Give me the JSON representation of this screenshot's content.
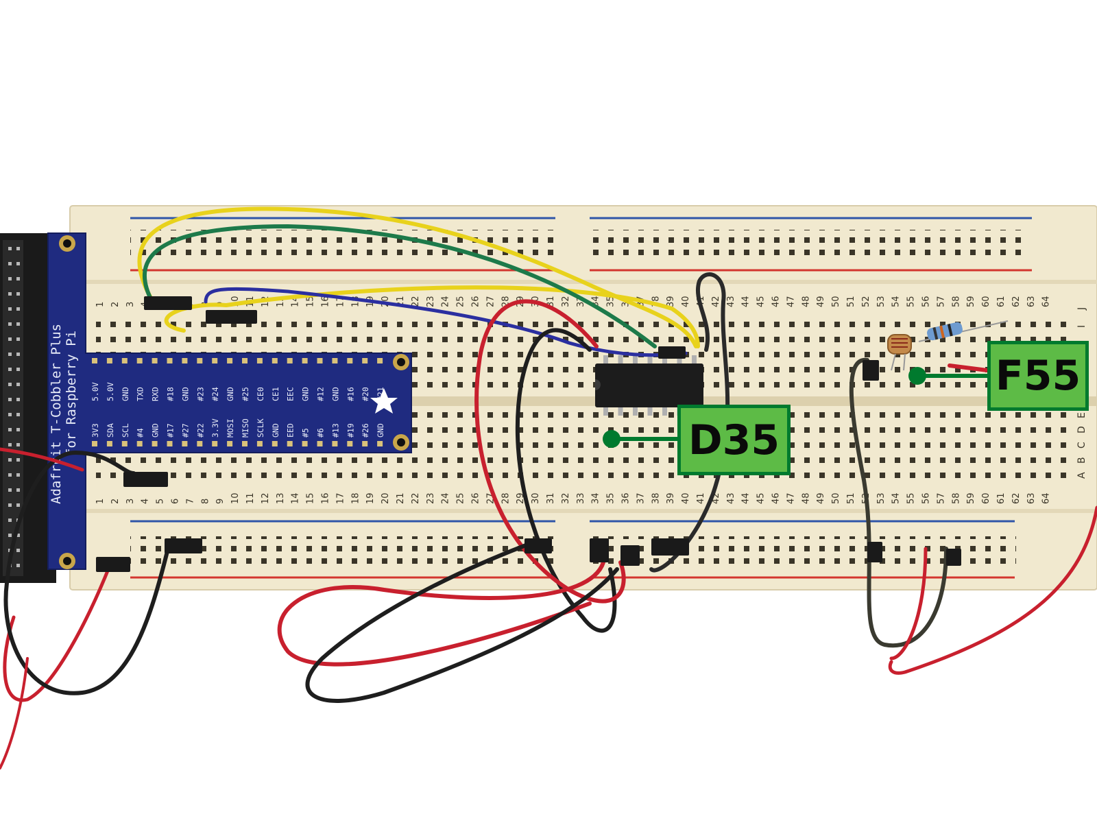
{
  "board": {
    "row_letters_right": [
      "J",
      "I",
      "E",
      "D",
      "C",
      "B",
      "A"
    ],
    "column_numbers": [
      "1",
      "2",
      "3",
      "4",
      "5",
      "6",
      "7",
      "8",
      "9",
      "10",
      "11",
      "12",
      "13",
      "14",
      "15",
      "16",
      "17",
      "18",
      "19",
      "20",
      "21",
      "22",
      "23",
      "24",
      "25",
      "26",
      "27",
      "28",
      "29",
      "30",
      "31",
      "32",
      "33",
      "34",
      "35",
      "36",
      "37",
      "38",
      "39",
      "40",
      "41",
      "42",
      "43",
      "44",
      "45",
      "46",
      "47",
      "48",
      "49",
      "50",
      "51",
      "52",
      "53",
      "54",
      "55",
      "56",
      "57",
      "58",
      "59",
      "60",
      "61",
      "62",
      "63",
      "64"
    ]
  },
  "cobbler": {
    "title": "Adafruit T-Cobbler Plus",
    "subtitle": "for Raspberry Pi",
    "top_pins": [
      "5.0V",
      "5.0V",
      "GND",
      "TXD",
      "RXD",
      "#18",
      "GND",
      "#23",
      "#24",
      "GND",
      "#25",
      "CE0",
      "CE1",
      "EEC",
      "GND",
      "#12",
      "GND",
      "#16",
      "#20",
      "#21"
    ],
    "bottom_pins": [
      "3V3",
      "SDA",
      "SCL",
      "#4",
      "GND",
      "#17",
      "#27",
      "#22",
      "3.3V",
      "MOSI",
      "MISO",
      "SCLK",
      "GND",
      "EED",
      "#5",
      "#6",
      "#13",
      "#19",
      "#26",
      "GND"
    ]
  },
  "callouts": [
    {
      "label": "D35"
    },
    {
      "label": "F55"
    }
  ],
  "colors": {
    "breadboard": "#f1e9cf",
    "hole": "#3a3528",
    "rail_red": "#d3362f",
    "rail_blue": "#2f55a8",
    "pcb": "#1f2b80",
    "callout_fill": "#5dbb46",
    "callout_border": "#007a2e",
    "wire_red": "#c8202e",
    "wire_black": "#1e1e1e",
    "wire_yellow": "#e8d21c",
    "wire_green": "#1d7a4a",
    "wire_blue": "#2b2fa0"
  }
}
